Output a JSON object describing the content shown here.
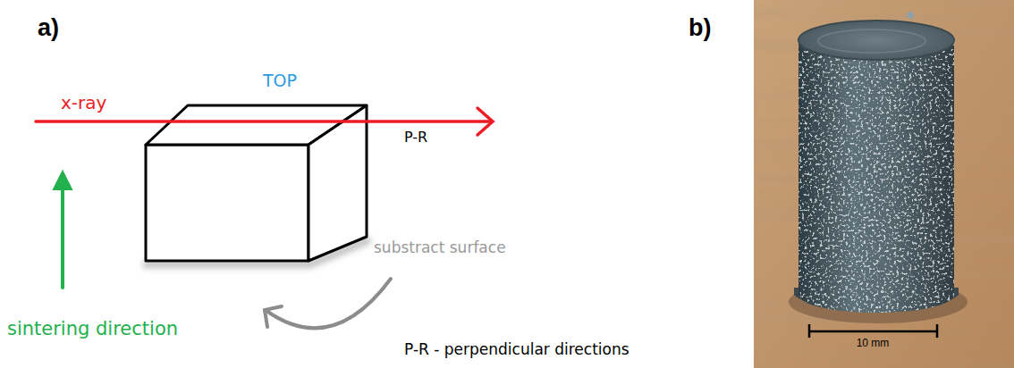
{
  "diagram": {
    "labels": [
      "a)",
      "b)",
      "x-ray",
      "TOP",
      "P-R",
      "sintering direction",
      "substract surface",
      "P-R - perpendicular directions",
      "10 mm"
    ]
  }
}
